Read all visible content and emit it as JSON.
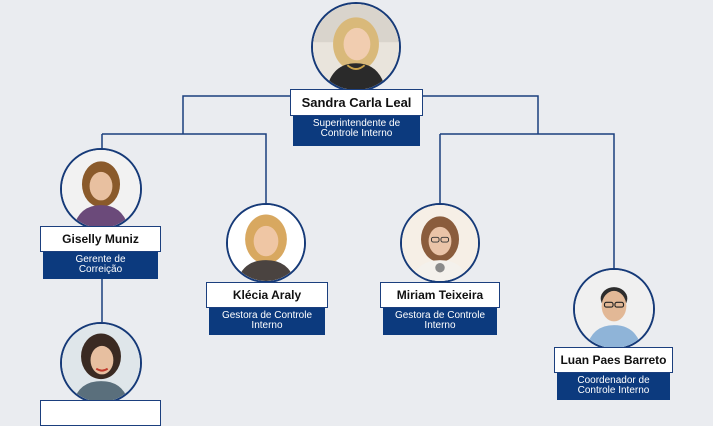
{
  "colors": {
    "background": "#eaecf0",
    "connector": "#1b3f7e",
    "role_fill": "#0c3a7e",
    "name_fill": "#ffffff"
  },
  "people": {
    "sandra": {
      "photo_icon": "portrait-photo",
      "name": "Sandra Carla Leal",
      "role_line1": "Superintendente de",
      "role_line2": "Controle Interno"
    },
    "giselly": {
      "photo_icon": "portrait-photo",
      "name": "Giselly Muniz",
      "role_line1": "Gerente de",
      "role_line2": "Correição"
    },
    "klecia": {
      "photo_icon": "portrait-photo",
      "name": "Klécia Araly",
      "role_line1": "Gestora de Controle",
      "role_line2": "Interno"
    },
    "miriam": {
      "photo_icon": "portrait-photo",
      "name": "Miriam Teixeira",
      "role_line1": "Gestora de Controle",
      "role_line2": "Interno"
    },
    "luan": {
      "photo_icon": "portrait-photo",
      "name": "Luan Paes Barreto",
      "role_line1": "Coordenador de",
      "role_line2": "Controle Interno"
    },
    "bottom": {
      "photo_icon": "portrait-photo"
    }
  }
}
